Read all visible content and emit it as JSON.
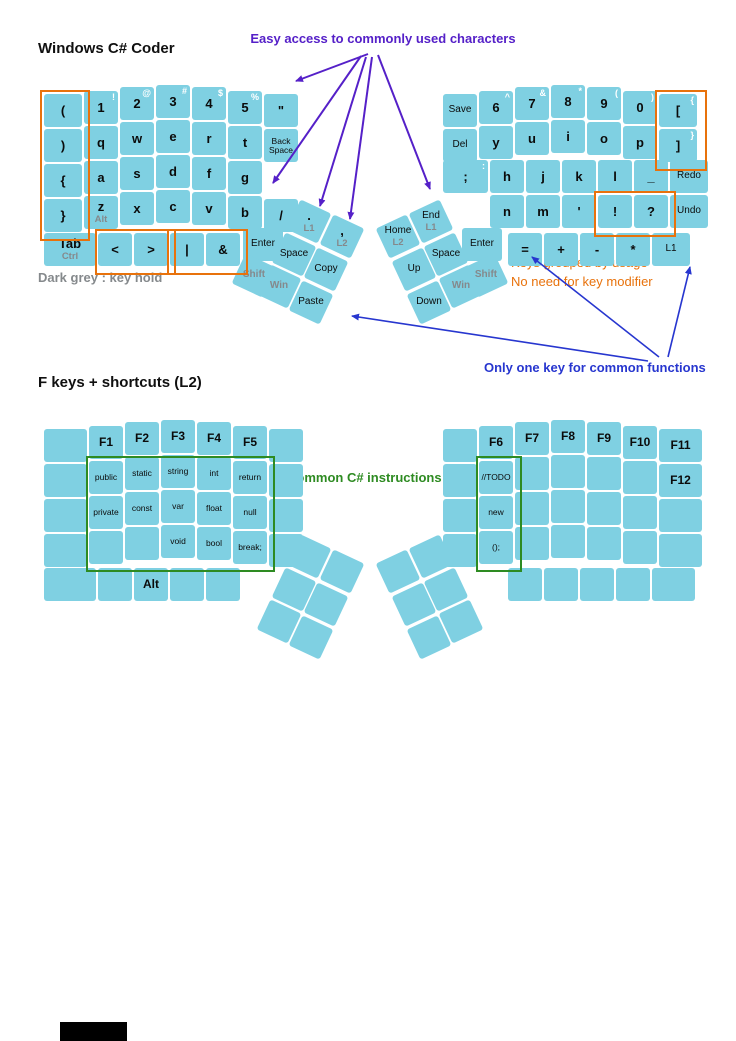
{
  "titles": {
    "layer1": "Windows C# Coder",
    "layer2": "F keys + shortcuts (L2)"
  },
  "annotations": {
    "easy_access": "Easy access to commonly used characters",
    "dark_grey_legend": "Dark grey : key hold",
    "grouped_line1": "Keys grouped by usage",
    "grouped_line2": "No need for key modifier",
    "one_key": "Only one key for common functions",
    "common_cs": "Common C# instructions"
  },
  "colors": {
    "key": "#7fd0e2",
    "purple": "#5520c8",
    "blue": "#2736cf",
    "orange": "#e8720c",
    "green": "#2e8b22",
    "hold": "#85898c"
  },
  "layer1": {
    "left_main": [
      {
        "keys": [
          {
            "l": "(",
            "w": 1.1
          },
          {
            "l": "1",
            "s": "!"
          },
          {
            "l": "2",
            "s": "@"
          },
          {
            "l": "3",
            "s": "#"
          },
          {
            "l": "4",
            "s": "$"
          },
          {
            "l": "5",
            "s": "%"
          },
          {
            "l": "\""
          }
        ]
      },
      {
        "keys": [
          {
            "l": ")",
            "w": 1.1
          },
          {
            "l": "q"
          },
          {
            "l": "w"
          },
          {
            "l": "e"
          },
          {
            "l": "r"
          },
          {
            "l": "t"
          },
          {
            "l": "Back Space",
            "xs": 1
          }
        ]
      },
      {
        "keys": [
          {
            "l": "{",
            "w": 1.1
          },
          {
            "l": "a"
          },
          {
            "l": "s"
          },
          {
            "l": "d"
          },
          {
            "l": "f"
          },
          {
            "l": "g"
          }
        ]
      },
      {
        "keys": [
          {
            "l": "}",
            "w": 1.1
          },
          {
            "l": "z",
            "h": "Alt"
          },
          {
            "l": "x"
          },
          {
            "l": "c"
          },
          {
            "l": "v"
          },
          {
            "l": "b"
          },
          {
            "l": "/"
          }
        ]
      },
      {
        "flat": 8,
        "keys": [
          {
            "l": "Tab",
            "h": "Ctrl",
            "w": 1.5
          },
          {
            "l": "<"
          },
          {
            "l": ">"
          },
          {
            "l": "|"
          },
          {
            "l": "&"
          }
        ]
      }
    ],
    "right_main": [
      {
        "keys": [
          {
            "l": "Save",
            "sm": 1
          },
          {
            "l": "6",
            "s": "^"
          },
          {
            "l": "7",
            "s": "&"
          },
          {
            "l": "8",
            "s": "*"
          },
          {
            "l": "9",
            "s": "("
          },
          {
            "l": "0",
            "s": ")"
          },
          {
            "l": "[",
            "s": "{",
            "w": 1.1
          }
        ]
      },
      {
        "keys": [
          {
            "l": "Del",
            "sm": 1
          },
          {
            "l": "y"
          },
          {
            "l": "u"
          },
          {
            "l": "i"
          },
          {
            "l": "o"
          },
          {
            "l": "p"
          },
          {
            "l": "]",
            "s": "}",
            "w": 1.1
          }
        ]
      },
      {
        "flat": 5,
        "keys": [
          {
            "l": ";",
            "s": ":",
            "w": 1.3
          },
          {
            "l": "h"
          },
          {
            "l": "j"
          },
          {
            "l": "k"
          },
          {
            "l": "l"
          },
          {
            "l": "_"
          },
          {
            "l": "Redo",
            "sm": 1,
            "w": 1.1
          }
        ]
      },
      {
        "flat": 5,
        "indent": 1.3,
        "keys": [
          {
            "l": "n"
          },
          {
            "l": "m"
          },
          {
            "l": "'"
          },
          {
            "l": "!"
          },
          {
            "l": "?"
          },
          {
            "l": "Undo",
            "sm": 1,
            "w": 1.1
          }
        ]
      },
      {
        "flat": 8,
        "indent": 1.8,
        "keys": [
          {
            "l": "="
          },
          {
            "l": "+"
          },
          {
            "l": "-"
          },
          {
            "l": "*"
          },
          {
            "l": "L1",
            "sm": 1,
            "w": 1.1
          }
        ]
      }
    ],
    "left_thumb": [
      {
        "l": "Enter",
        "sm": 1
      },
      {
        "l": ".",
        "h": "L1"
      },
      {
        "l": ",",
        "h": "L2"
      },
      {
        "l": "Shift",
        "sm": 1,
        "g": 1
      },
      {
        "l": "Space",
        "sm": 1
      },
      {
        "l": "Copy",
        "sm": 1
      },
      {
        "l": "Win",
        "sm": 1,
        "g": 1
      },
      {
        "l": "Paste",
        "sm": 1
      }
    ],
    "right_thumb": [
      {
        "l": "Home",
        "h": "L2",
        "sm": 1
      },
      {
        "l": "End",
        "h": "L1",
        "sm": 1
      },
      {
        "l": "Enter",
        "sm": 1
      },
      {
        "l": "Up",
        "sm": 1
      },
      {
        "l": "Space",
        "sm": 1
      },
      {
        "l": "Shift",
        "sm": 1,
        "g": 1
      },
      {
        "l": "Down",
        "sm": 1
      },
      {
        "l": "Win",
        "sm": 1,
        "g": 1
      }
    ]
  },
  "layer2": {
    "left_main": [
      {
        "keys": [
          {
            "l": "",
            "w": 1.25
          },
          {
            "l": "F1",
            "f": 1
          },
          {
            "l": "F2",
            "f": 1
          },
          {
            "l": "F3",
            "f": 1
          },
          {
            "l": "F4",
            "f": 1
          },
          {
            "l": "F5",
            "f": 1
          },
          {
            "l": ""
          }
        ]
      },
      {
        "keys": [
          {
            "l": "",
            "w": 1.25
          },
          {
            "l": "public",
            "kw": 1
          },
          {
            "l": "static",
            "kw": 1
          },
          {
            "l": "string",
            "kw": 1
          },
          {
            "l": "int",
            "kw": 1
          },
          {
            "l": "return",
            "kw": 1
          },
          {
            "l": ""
          }
        ]
      },
      {
        "keys": [
          {
            "l": "",
            "w": 1.25
          },
          {
            "l": "private",
            "kw": 1
          },
          {
            "l": "const",
            "kw": 1
          },
          {
            "l": "var",
            "kw": 1
          },
          {
            "l": "float",
            "kw": 1
          },
          {
            "l": "null",
            "kw": 1
          },
          {
            "l": ""
          }
        ]
      },
      {
        "keys": [
          {
            "l": "",
            "w": 1.25
          },
          {
            "l": ""
          },
          {
            "l": ""
          },
          {
            "l": "void",
            "kw": 1
          },
          {
            "l": "bool",
            "kw": 1
          },
          {
            "l": "break;",
            "kw": 1
          },
          {
            "l": ""
          }
        ]
      },
      {
        "flat": 8,
        "keys": [
          {
            "l": "",
            "w": 1.5
          },
          {
            "l": ""
          },
          {
            "l": "Alt",
            "f": 1
          },
          {
            "l": ""
          },
          {
            "l": ""
          }
        ]
      }
    ],
    "right_main": [
      {
        "keys": [
          {
            "l": ""
          },
          {
            "l": "F6",
            "f": 1
          },
          {
            "l": "F7",
            "f": 1
          },
          {
            "l": "F8",
            "f": 1
          },
          {
            "l": "F9",
            "f": 1
          },
          {
            "l": "F10",
            "f": 1
          },
          {
            "l": "F11",
            "f": 1,
            "w": 1.25
          }
        ]
      },
      {
        "keys": [
          {
            "l": ""
          },
          {
            "l": "//TODO",
            "kw": 1
          },
          {
            "l": ""
          },
          {
            "l": ""
          },
          {
            "l": ""
          },
          {
            "l": ""
          },
          {
            "l": "F12",
            "f": 1,
            "w": 1.25
          }
        ]
      },
      {
        "keys": [
          {
            "l": ""
          },
          {
            "l": "new",
            "kw": 1
          },
          {
            "l": ""
          },
          {
            "l": ""
          },
          {
            "l": ""
          },
          {
            "l": ""
          },
          {
            "l": "",
            "w": 1.25
          }
        ]
      },
      {
        "keys": [
          {
            "l": ""
          },
          {
            "l": "();",
            "kw": 1
          },
          {
            "l": ""
          },
          {
            "l": ""
          },
          {
            "l": ""
          },
          {
            "l": ""
          },
          {
            "l": "",
            "w": 1.25
          }
        ]
      },
      {
        "flat": 8,
        "indent": 1.8,
        "keys": [
          {
            "l": ""
          },
          {
            "l": ""
          },
          {
            "l": ""
          },
          {
            "l": ""
          },
          {
            "l": "",
            "w": 1.25
          }
        ]
      }
    ]
  }
}
